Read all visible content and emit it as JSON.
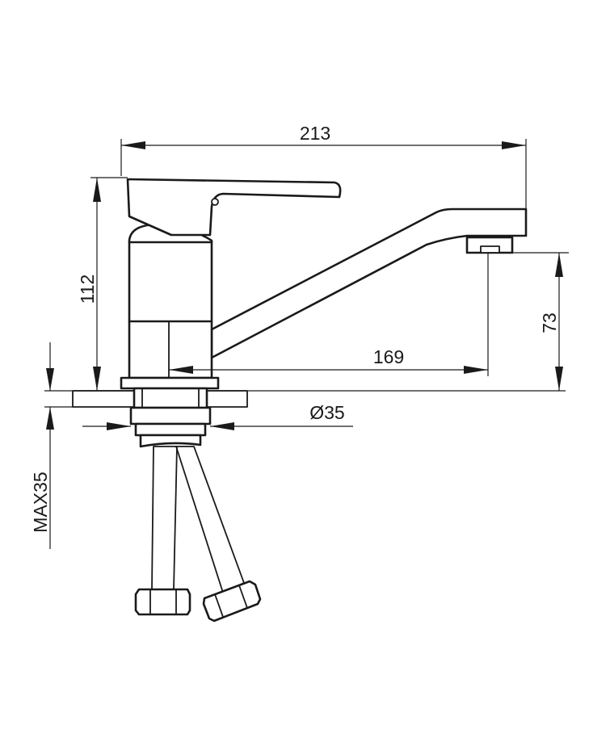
{
  "dimensions": {
    "overall_length": "213",
    "body_height": "112",
    "spout_height": "73",
    "spout_reach": "169",
    "mount_diameter": "Ø35",
    "max_deck_thickness": "MAX35"
  }
}
